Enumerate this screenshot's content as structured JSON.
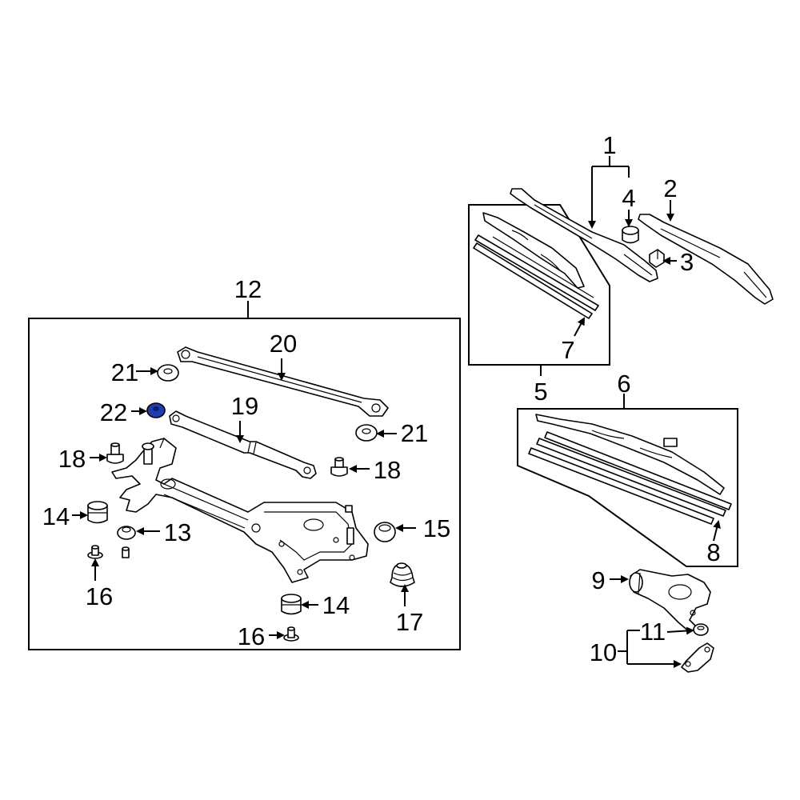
{
  "callouts": {
    "c1": "1",
    "c2": "2",
    "c3": "3",
    "c4": "4",
    "c5": "5",
    "c6": "6",
    "c7": "7",
    "c8": "8",
    "c9": "9",
    "c10": "10",
    "c11": "11",
    "c12": "12",
    "c13": "13",
    "c14a": "14",
    "c14b": "14",
    "c15": "15",
    "c16a": "16",
    "c16b": "16",
    "c17": "17",
    "c18a": "18",
    "c18b": "18",
    "c19": "19",
    "c20": "20",
    "c21a": "21",
    "c21b": "21",
    "c22": "22"
  },
  "colors": {
    "highlight": "#1f3fae",
    "line": "#000000",
    "background": "#ffffff"
  }
}
